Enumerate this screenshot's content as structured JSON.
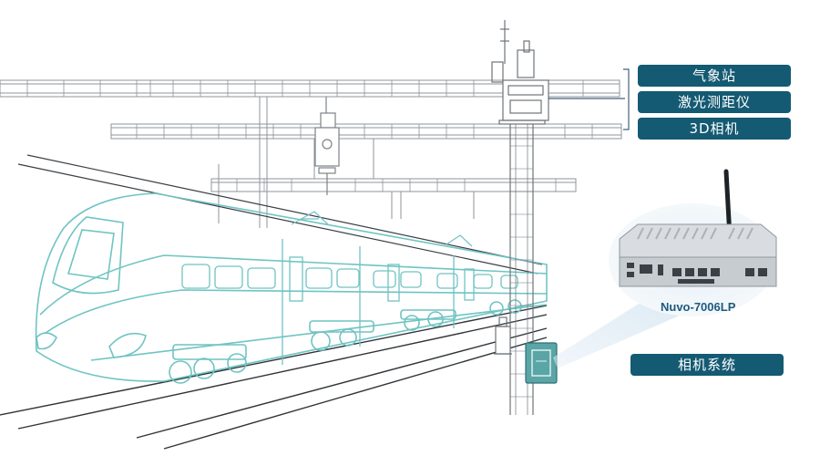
{
  "callouts": {
    "sensors": [
      "气象站",
      "激光测距仪",
      "3D相机"
    ],
    "camera_system": "相机系统"
  },
  "device": {
    "model": "Nuvo-7006LP"
  },
  "colors": {
    "tag_fill": "#145a72",
    "train_stroke": "#6fc4c2",
    "structure_stroke": "#9aa0a6",
    "device_label": "#1e5a80",
    "beam_fill": "#dbe9f3"
  }
}
